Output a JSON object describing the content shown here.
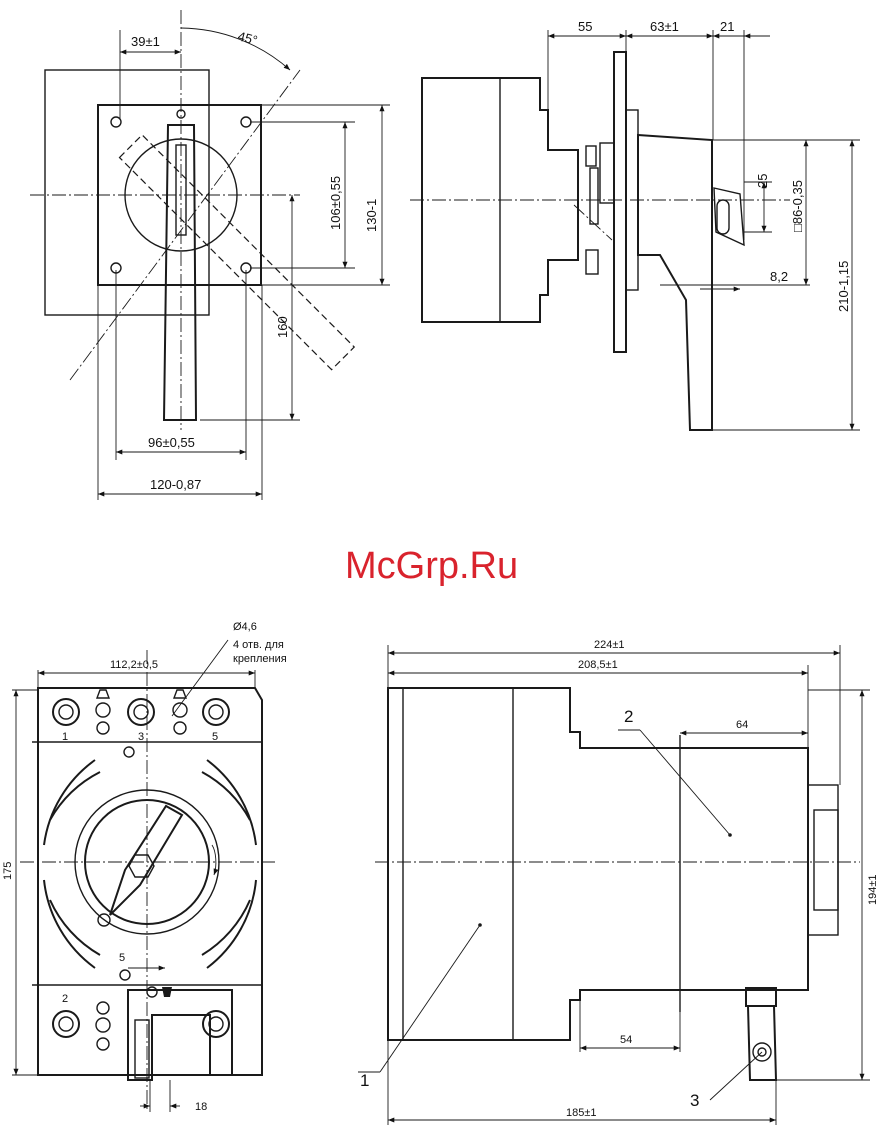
{
  "watermark": "McGrp.Ru",
  "top_left_view": {
    "dims": {
      "d39": "39±1",
      "angle": "45°",
      "d106": "106±0,55",
      "d130": "130-1",
      "d160": "160",
      "d96": "96±0,55",
      "d120": "120-0,87"
    }
  },
  "top_right_view": {
    "dims": {
      "d55": "55",
      "d63": "63±1",
      "d21": "21",
      "d25": "25",
      "d86": "□86-0,35",
      "d82": "8,2",
      "d210": "210-1,15"
    }
  },
  "bottom_left_view": {
    "dims": {
      "hole": "Ø4,6",
      "holes_note_1": "4 отв. для",
      "holes_note_2": "крепления",
      "d112": "112,2±0,5",
      "d175": "175",
      "d5": "5",
      "d18": "18"
    },
    "terminals": {
      "t1": "1",
      "t3": "3",
      "t5": "5",
      "t2": "2"
    }
  },
  "bottom_right_view": {
    "dims": {
      "d224": "224±1",
      "d208": "208,5±1",
      "d64": "64",
      "d194": "194±1",
      "d54": "54",
      "d185": "185±1"
    },
    "callouts": {
      "c1": "1",
      "c2": "2",
      "c3": "3"
    }
  }
}
